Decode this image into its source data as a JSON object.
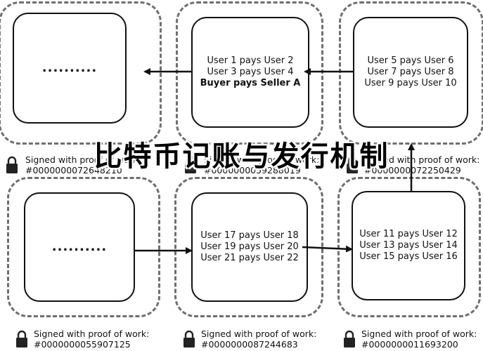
{
  "overlay_title": "比特币记账与发行机制",
  "ellipsis": "..........",
  "signed_label": "Signed with proof of work:",
  "blocks": [
    {
      "id": "top-left",
      "lines": [],
      "signature_hash": "#0000000072648210"
    },
    {
      "id": "top-middle",
      "lines": [
        "User 1 pays User 2",
        "User 3 pays User 4",
        "Buyer pays Seller A"
      ],
      "bold_line": 2,
      "signature_hash": "#0000000059288019"
    },
    {
      "id": "top-right",
      "lines": [
        "User 5 pays User 6",
        "User 7 pays User 8",
        "User 9 pays User 10"
      ],
      "signature_hash": "#0000000072250429"
    },
    {
      "id": "bottom-left",
      "lines": [],
      "signature_hash": "#0000000055907125"
    },
    {
      "id": "bottom-middle",
      "lines": [
        "User 17 pays User 18",
        "User 19 pays User 20",
        "User 21 pays User 22"
      ],
      "signature_hash": "#0000000087244683"
    },
    {
      "id": "bottom-right",
      "lines": [
        "User 11 pays User 12",
        "User 13 pays User 14",
        "User 15 pays User 16"
      ],
      "signature_hash": "#0000000011693200"
    }
  ]
}
